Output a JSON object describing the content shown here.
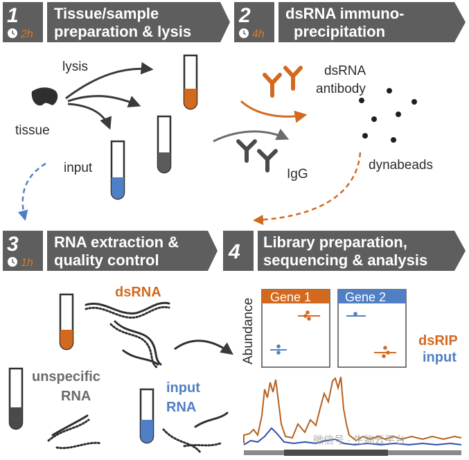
{
  "steps": [
    {
      "number": "1",
      "title_line1": "Tissue/sample",
      "title_line2": "preparation & lysis",
      "duration": "2h"
    },
    {
      "number": "2",
      "title_line1": "dsRNA immuno-",
      "title_line2": "precipitation",
      "duration": "4h"
    },
    {
      "number": "3",
      "title_line1": "RNA extraction &",
      "title_line2": "quality control",
      "duration": "1h"
    },
    {
      "number": "4",
      "title_line1": "Library preparation,",
      "title_line2": "sequencing & analysis",
      "duration": ""
    }
  ],
  "panel1": {
    "lysis": "lysis",
    "tissue": "tissue",
    "input": "input"
  },
  "panel2": {
    "antibody_line1": "dsRNA",
    "antibody_line2": "antibody",
    "igg": "IgG",
    "dynabeads": "dynabeads"
  },
  "panel3": {
    "dsrna": "dsRNA",
    "unspecific_line1": "unspecific",
    "unspecific_line2": "RNA",
    "input_line1": "input",
    "input_line2": "RNA"
  },
  "panel4": {
    "ylabel": "Abundance",
    "gene1": "Gene 1",
    "gene2": "Gene 2",
    "legend_dsrip": "dsRIP",
    "legend_input": "input"
  },
  "watermark": "微信号 · 生物云平台",
  "colors": {
    "orange": "#d2691e",
    "blue": "#4f7fc4",
    "gray": "#5a5a5a",
    "dark": "#3a3a3a"
  },
  "chart_data": {
    "type": "scatter",
    "ylabel": "Abundance",
    "panels": [
      {
        "title": "Gene 1",
        "series": [
          {
            "name": "dsRIP",
            "level": "high"
          },
          {
            "name": "input",
            "level": "low"
          }
        ]
      },
      {
        "title": "Gene 2",
        "series": [
          {
            "name": "dsRIP",
            "level": "low"
          },
          {
            "name": "input",
            "level": "high"
          }
        ]
      }
    ],
    "legend": [
      "dsRIP",
      "input"
    ]
  }
}
